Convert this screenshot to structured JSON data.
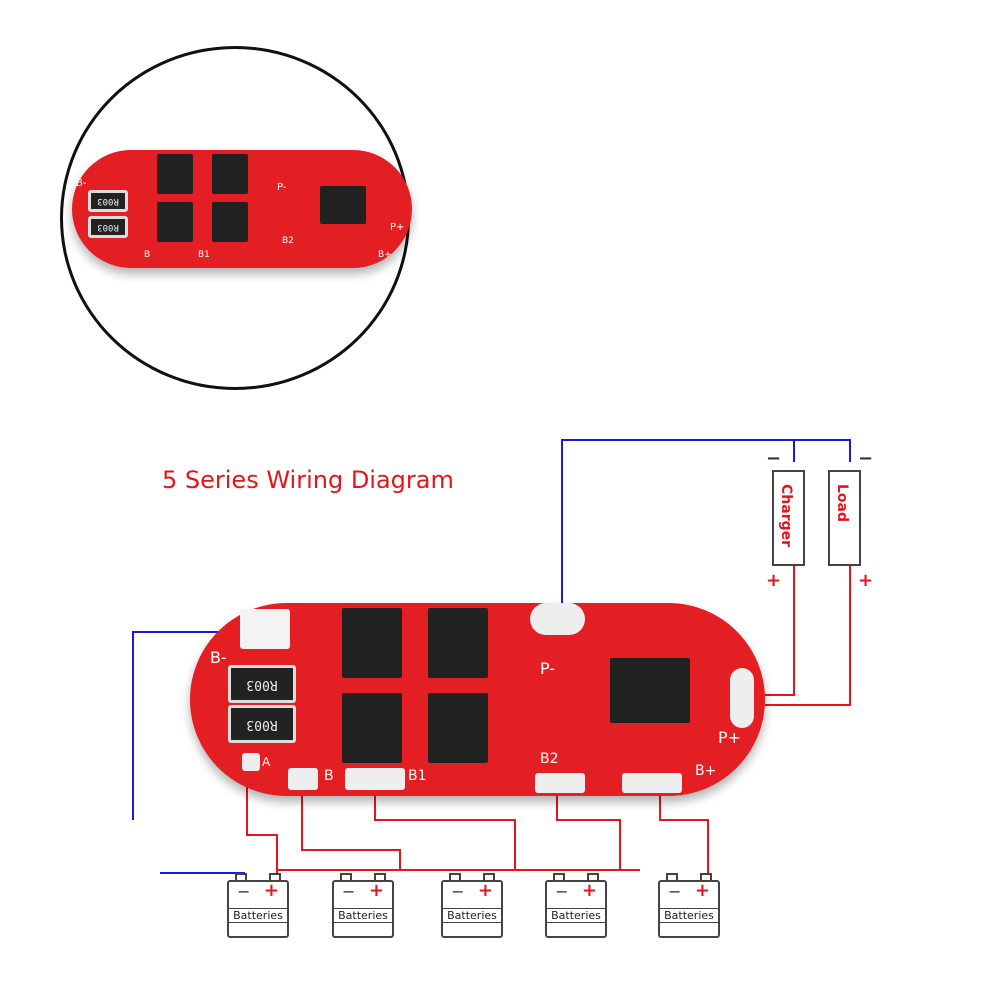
{
  "title": "5 Series Wiring Diagram",
  "board": {
    "resistors": [
      "R003",
      "R003"
    ],
    "labels": {
      "b_minus": "B-",
      "p_minus": "P-",
      "p_plus": "P+",
      "a": "A",
      "b": "B",
      "b1": "B1",
      "b2": "B2",
      "b_plus": "B+"
    }
  },
  "inset": {
    "resistors": [
      "R003",
      "R003"
    ],
    "labels": {
      "b_minus": "B-",
      "p_minus": "P-",
      "p_plus": "P+",
      "b": "B",
      "b1": "B1",
      "b2": "B2",
      "b_plus": "B+"
    }
  },
  "charger": {
    "label": "Charger",
    "minus": "−",
    "plus": "+"
  },
  "load": {
    "label": "Load",
    "minus": "−",
    "plus": "+"
  },
  "batteries": [
    {
      "label": "Batteries",
      "minus": "−",
      "plus": "+"
    },
    {
      "label": "Batteries",
      "minus": "−",
      "plus": "+"
    },
    {
      "label": "Batteries",
      "minus": "−",
      "plus": "+"
    },
    {
      "label": "Batteries",
      "minus": "−",
      "plus": "+"
    },
    {
      "label": "Batteries",
      "minus": "−",
      "plus": "+"
    }
  ],
  "colors": {
    "red_wire": "#e8141b",
    "blue_wire": "#1a1adb",
    "board": "#e41f24"
  }
}
